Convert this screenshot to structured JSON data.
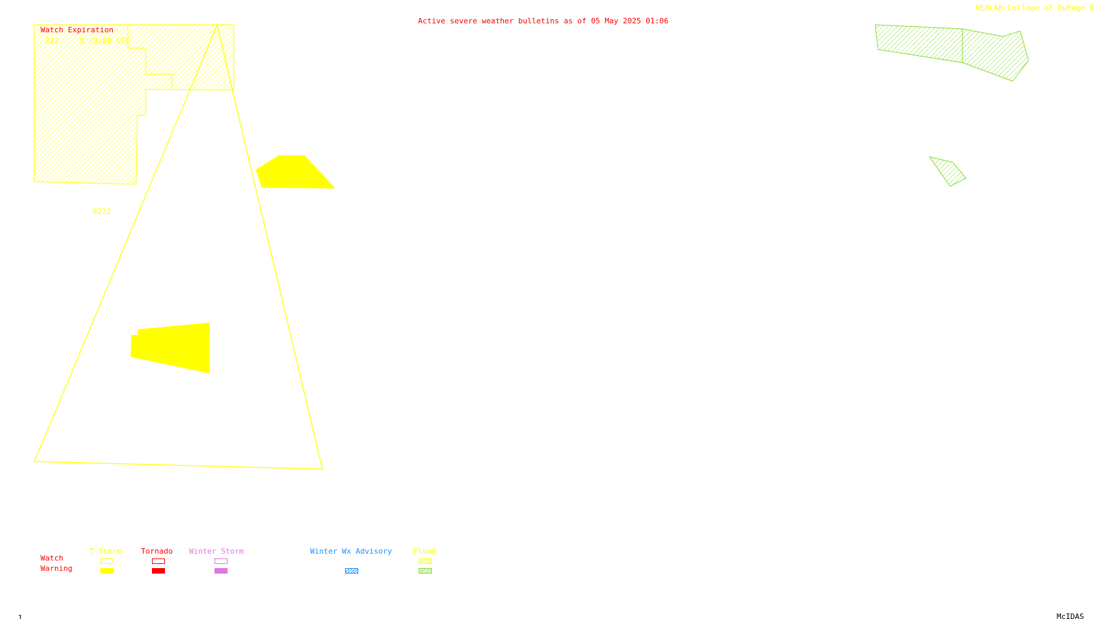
{
  "header": {
    "title": "Active severe weather bulletins as of 05 May 2025 01:06",
    "credit": "NEXLAB-College of DuPage R"
  },
  "watch_expiration": {
    "heading": "Watch Expiration",
    "entries": [
      {
        "watch": "222",
        "expires": "5 /3:00 UTC"
      }
    ]
  },
  "map": {
    "watch_label": "6222",
    "colors": {
      "tstorm": "#ffff00",
      "tornado": "#ff0000",
      "winter_storm": "#dd77dd",
      "winter_advisory": "#1e90ff",
      "flood": "#88dd33"
    }
  },
  "legend": {
    "row_labels": {
      "watch": "Watch",
      "warning": "Warning"
    },
    "categories": [
      {
        "name": "T-Storm",
        "color": "#ffff00",
        "watch": "outline",
        "warning": "solid"
      },
      {
        "name": "Tornado",
        "color": "#ff0000",
        "watch": "outline",
        "warning": "solid"
      },
      {
        "name": "Winter Storm",
        "color": "#dd77dd",
        "watch": "outline",
        "warning": "solid"
      },
      {
        "name": "Winter Wx Advisory",
        "color": "#1e90ff",
        "watch": "none",
        "warning": "hatched"
      },
      {
        "name": "Flood",
        "color": "#88dd33",
        "watch": "hatched",
        "warning": "hatched"
      }
    ]
  },
  "footer": {
    "frame_number": "1",
    "software": "McIDAS"
  }
}
